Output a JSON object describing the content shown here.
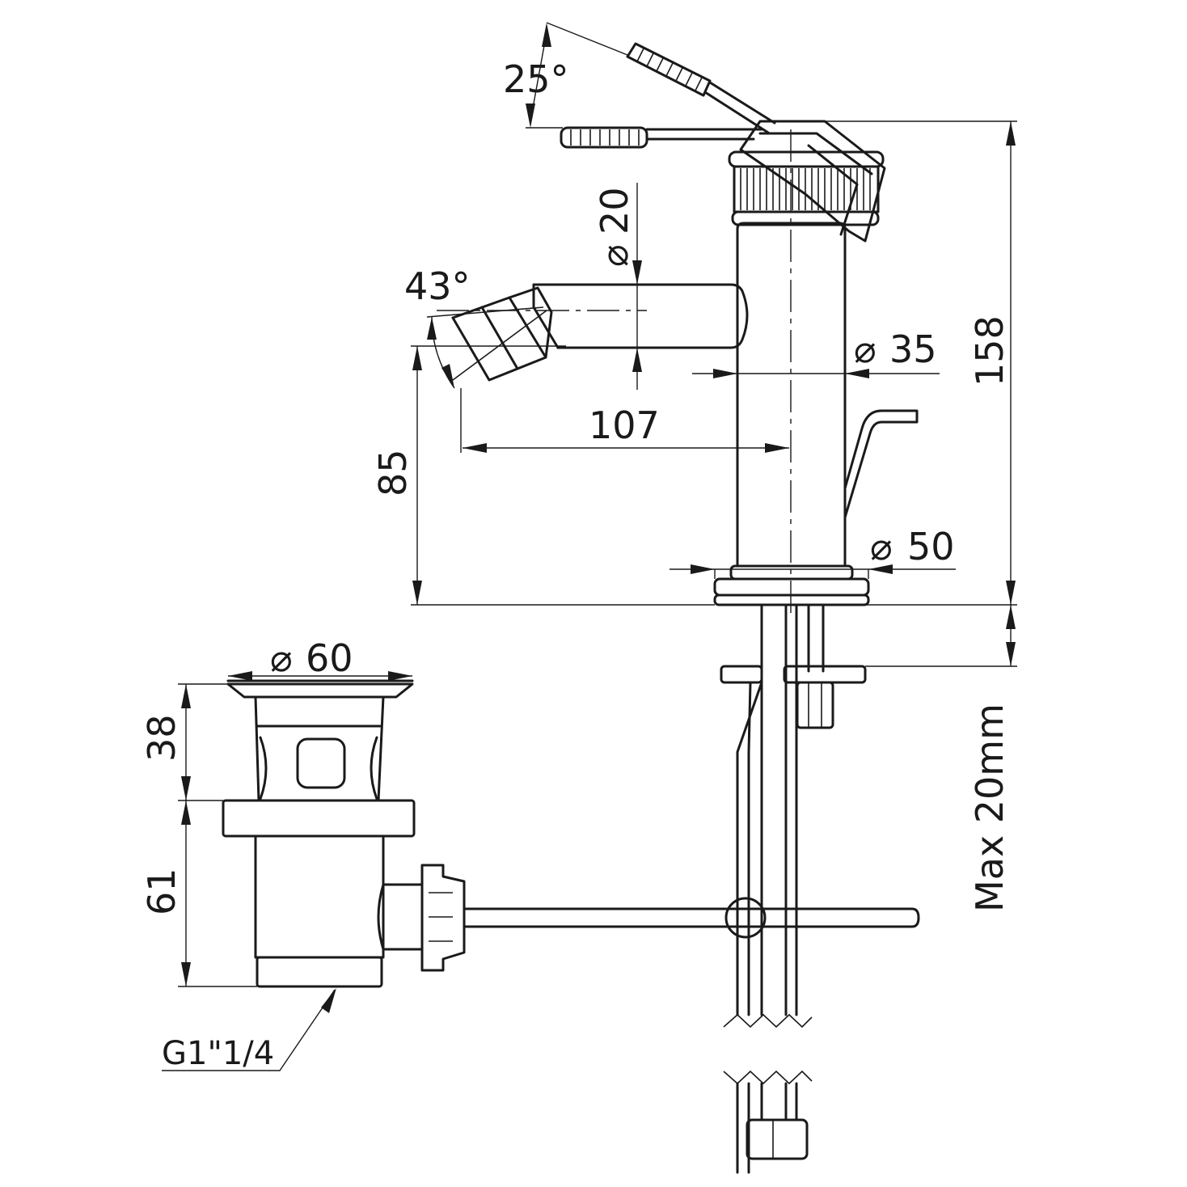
{
  "dimensions": {
    "lever_angle": "25°",
    "spout_outlet_diameter": "20",
    "spout_tilt_angle": "43°",
    "body_diameter": "35",
    "spout_reach": "107",
    "spout_height": "85",
    "overall_height": "158",
    "base_diameter": "50",
    "max_deck_thickness": "Max 20mm",
    "waste_flange_diameter": "60",
    "waste_top_height": "38",
    "waste_body_height": "61",
    "waste_thread": "G1\"1/4"
  },
  "symbols": {
    "diameter": "⌀"
  }
}
